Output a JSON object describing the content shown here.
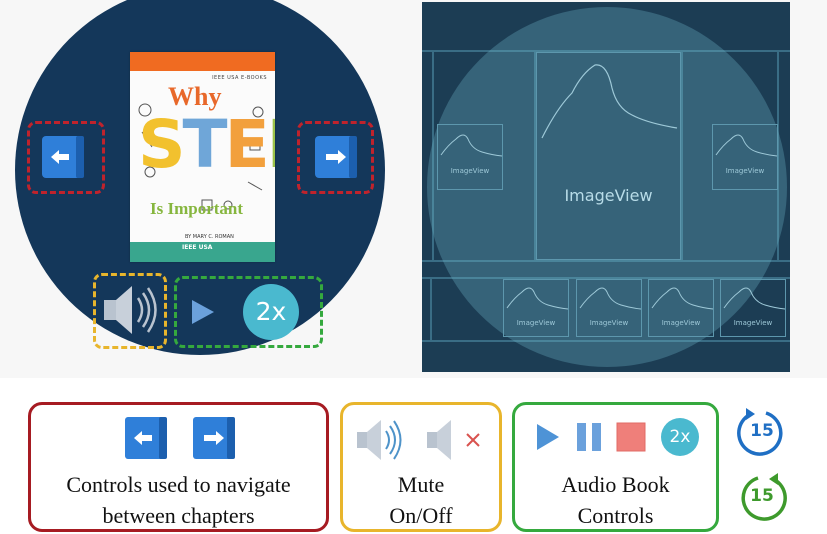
{
  "book": {
    "top_text": "IEEE USA E-BOOKS",
    "title_line1": "Why",
    "title_stem": [
      "S",
      "T",
      "E",
      "M"
    ],
    "title_line3": "Is Important",
    "author": "BY MARY C. ROMAN",
    "publisher": "IEEE USA"
  },
  "watch": {
    "speed_label": "2x"
  },
  "layout_panel": {
    "main_label": "ImageView",
    "thumb_label": "ImageView"
  },
  "legend": {
    "nav": {
      "text_line1": "Controls used to navigate",
      "text_line2": "between chapters"
    },
    "mute": {
      "text_line1": "Mute",
      "text_line2": "On/Off"
    },
    "audio": {
      "text_line1": "Audio Book",
      "text_line2": "Controls",
      "speed_label": "2x"
    },
    "skip_back": "15",
    "skip_forward": "15"
  },
  "colors": {
    "watch_bg": "#14375a",
    "nav_button": "#2f7fd9",
    "red_group": "#c0232c",
    "yellow_group": "#e8b52c",
    "green_group": "#35a93e",
    "speed_badge": "#4ab9cf",
    "skip_back": "#1f6fc4",
    "skip_forward": "#3e9a2c"
  }
}
